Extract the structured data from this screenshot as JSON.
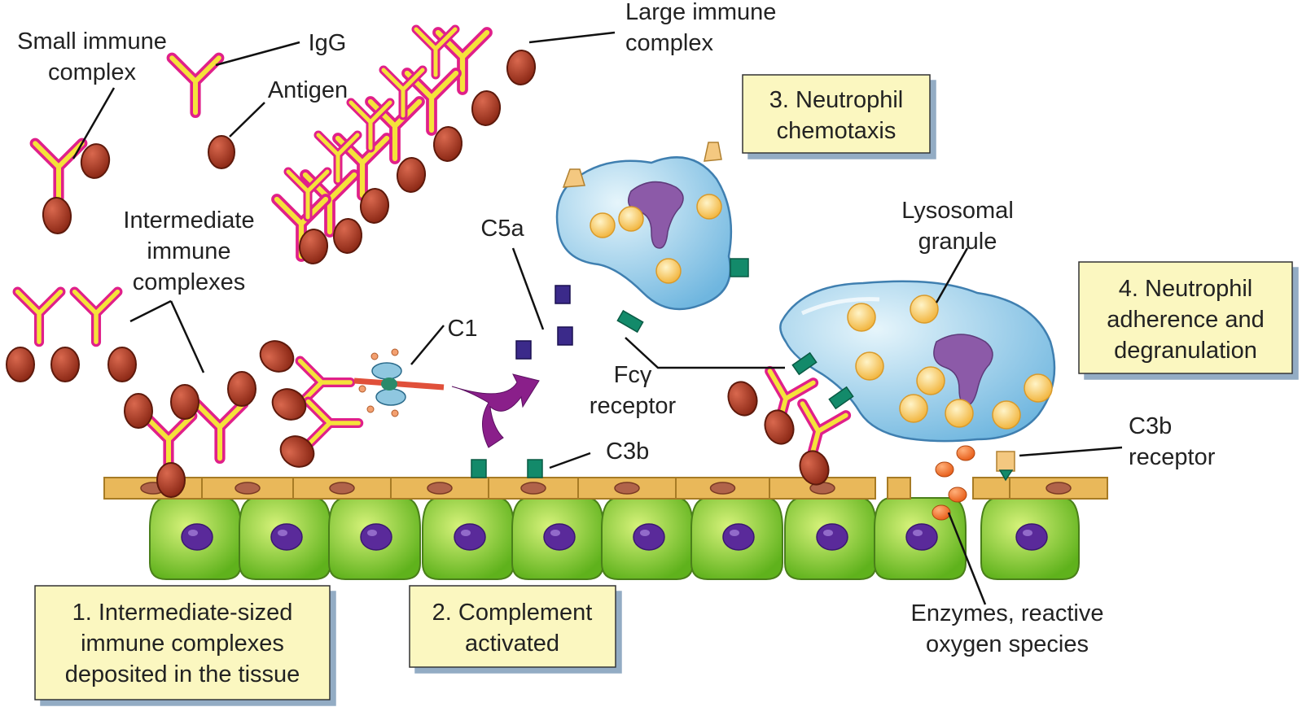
{
  "labels": {
    "small_immune_complex": [
      "Small immune",
      "complex"
    ],
    "igg": "IgG",
    "antigen": "Antigen",
    "large_immune_complex": [
      "Large immune",
      "complex"
    ],
    "intermediate_immune_complexes": [
      "Intermediate",
      "immune",
      "complexes"
    ],
    "c5a": "C5a",
    "c1": "C1",
    "c3b": "C3b",
    "fc_gamma_receptor": [
      "Fcγ",
      "receptor"
    ],
    "lysosomal_granule": [
      "Lysosomal",
      "granule"
    ],
    "c3b_receptor": [
      "C3b",
      "receptor"
    ],
    "enzymes_ros": [
      "Enzymes, reactive",
      "oxygen species"
    ]
  },
  "steps": [
    {
      "lines": [
        "1. Intermediate-sized",
        "immune complexes",
        "deposited in the tissue"
      ]
    },
    {
      "lines": [
        "2. Complement",
        "activated"
      ]
    },
    {
      "lines": [
        "3. Neutrophil",
        "chemotaxis"
      ]
    },
    {
      "lines": [
        "4. Neutrophil",
        "adherence and",
        "degranulation"
      ]
    }
  ],
  "colors": {
    "antibody_fill": "#f5e23a",
    "antibody_outline": "#e0208a",
    "antigen": "#b03a24",
    "endothelium": "#e9b85a",
    "tissue_cell": "#7fcf2a",
    "nucleus": "#5a2a9a",
    "neutrophil": "#a9d8ef",
    "granule": "#f7c860",
    "receptor": "#138a6a",
    "c5a": "#3b2a8a",
    "arrow": "#8a1f8a",
    "enzyme": "#f07a2a",
    "box_fill": "#fbf7c0"
  }
}
